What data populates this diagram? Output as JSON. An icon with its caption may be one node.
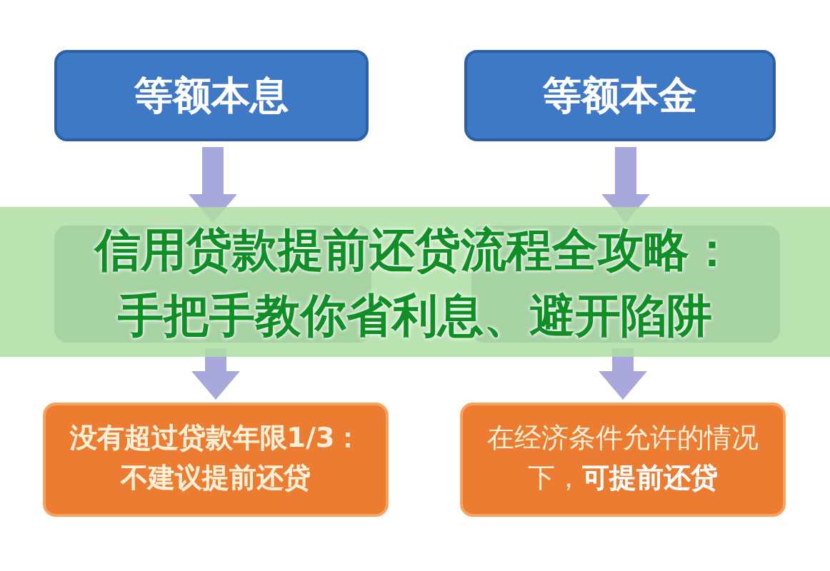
{
  "diagram": {
    "title": "信用贷款提前还贷流程全攻略：手把手教你省利息、避开陷阱",
    "nodes": [
      {
        "text": [
          "等额本息"
        ]
      },
      {
        "text": [
          "等额本金"
        ]
      },
      {
        "text": [],
        "shape": "box"
      },
      {
        "text": [],
        "shape": "box"
      },
      {
        "text": [
          "没有超过贷款年限1/3：不建议提前还贷"
        ]
      },
      {
        "text": [
          "在经济条件允许的情况下，**可提前还贷**"
        ]
      }
    ],
    "edges": [
      {
        "from": 0,
        "to": 2,
        "arrow": "to"
      },
      {
        "from": 2,
        "to": 4,
        "arrow": "to"
      },
      {
        "from": 1,
        "to": 3,
        "arrow": "to"
      },
      {
        "from": 3,
        "to": 5,
        "arrow": "to"
      }
    ]
  }
}
